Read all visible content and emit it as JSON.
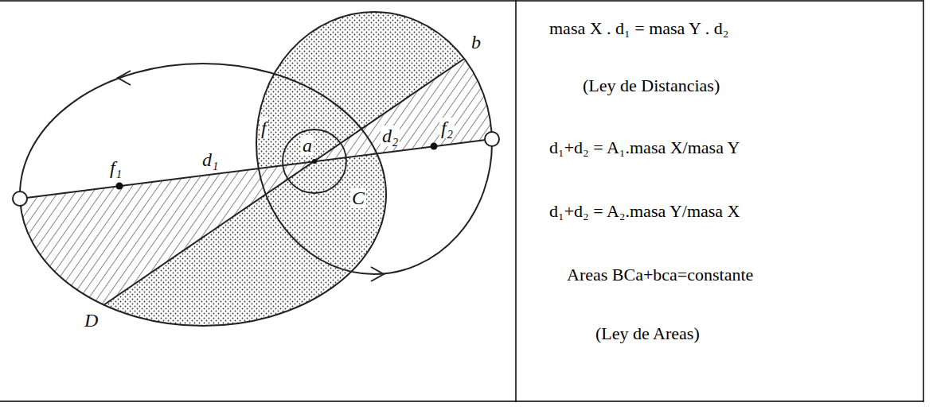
{
  "diagram": {
    "nodes": [
      {
        "text": [
          "masa X . d₁ = masa Y . d₂",
          "(Ley de Distancias)",
          "d₁+d₂ = A₁.masa X/masa Y",
          "d₁+d₂ = A₂.masa Y/masa X",
          "Areas BCa+bca=constante",
          "(Ley de Areas)"
        ]
      }
    ],
    "labels": [
      "b",
      "f",
      "a",
      "C",
      "D",
      "f₁",
      "d₁",
      "d₂",
      "f₂"
    ]
  }
}
